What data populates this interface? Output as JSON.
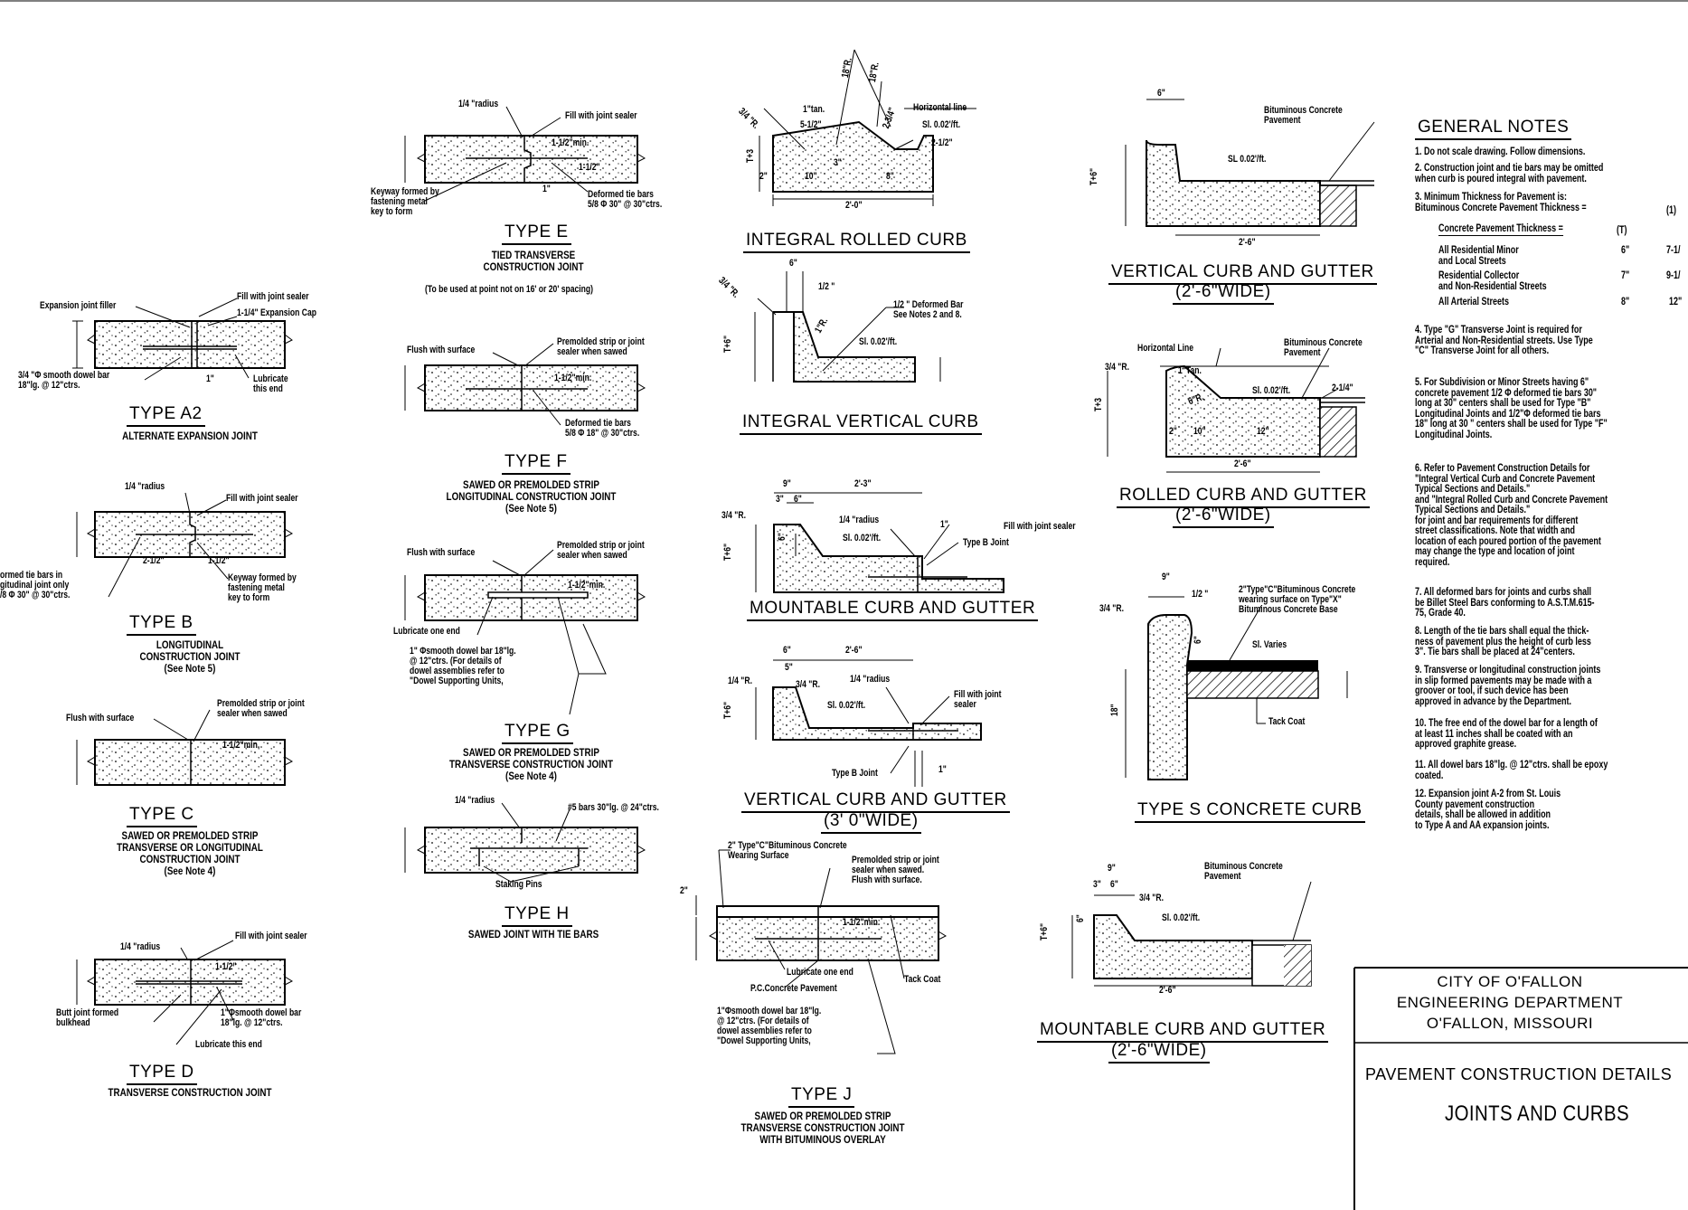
{
  "details": {
    "a2": {
      "title": "TYPE  A2",
      "subtitle": "ALTERNATE EXPANSION JOINT",
      "labels": [
        "Expansion joint filler",
        "Fill with joint sealer",
        "1-1/4\" Expansion Cap",
        "3/4 \"Φ smooth dowel bar\n18\"lg. @ 12\"ctrs.",
        "Lubricate\nthis end",
        "1\""
      ]
    },
    "b": {
      "title": "TYPE  B",
      "subtitle": "LONGITUDINAL\nCONSTRUCTION  JOINT\n(See Note 5)",
      "labels": [
        "1/4 \"radius",
        "Fill with joint sealer",
        "ormed tie bars in\ngitudinal joint only\n/8 Φ 30\" @ 30\"ctrs.",
        "2-1/2\"",
        "1-1/2\"",
        "Keyway formed by\nfastening metal\nkey to form"
      ]
    },
    "c": {
      "title": "TYPE  C",
      "subtitle": "SAWED  OR  PREMOLDED  STRIP\nTRANSVERSE  OR  LONGITUDINAL\nCONSTRUCTION  JOINT\n(See Note 4)",
      "labels": [
        "Flush with surface",
        "Premolded strip or joint\nsealer when sawed",
        "1-1/2\"min."
      ]
    },
    "d": {
      "title": "TYPE  D",
      "subtitle": "TRANSVERSE  CONSTRUCTION  JOINT",
      "labels": [
        "1/4 \"radius",
        "Fill with joint sealer",
        "1-1/2\"",
        "Butt joint formed\nbulkhead",
        "1\"Φsmooth dowel bar\n18\"lg. @ 12\"ctrs.",
        "Lubricate this end"
      ]
    },
    "e": {
      "title": "TYPE  E",
      "subtitle": "TIED  TRANSVERSE\nCONSTRUCTION  JOINT",
      "extra": "(To be used at point not on 16' or 20' spacing)",
      "labels": [
        "1/4 \"radius",
        "Fill with joint sealer",
        "1-1/2\"min.",
        "1-1/2\"",
        "Keyway formed by\nfastening metal\nkey to form",
        "1\"",
        "Deformed tie bars\n5/8 Φ 30\" @ 30\"ctrs."
      ]
    },
    "f": {
      "title": "TYPE  F",
      "subtitle": "SAWED  OR  PREMOLDED  STRIP\nLONGITUDINAL  CONSTRUCTION  JOINT\n(See Note 5)",
      "labels": [
        "Flush with surface",
        "Premolded strip or joint\nsealer when sawed",
        "1-1/2\"min.",
        "Deformed tie bars\n5/8 Φ 18\" @ 30\"ctrs."
      ]
    },
    "g": {
      "title": "TYPE  G",
      "subtitle": "SAWED  OR  PREMOLDED  STRIP\nTRANSVERSE  CONSTRUCTION  JOINT\n(See Note 4)",
      "labels": [
        "Flush with surface",
        "Premolded strip or joint\nsealer when sawed",
        "1-1/2\"min.",
        "Lubricate one end",
        "1\" Φsmooth dowel bar 18\"lg.\n@ 12\"ctrs. (For details of\ndowel assemblies refer to\n\"Dowel Supporting Units,"
      ]
    },
    "h": {
      "title": "TYPE  H",
      "subtitle": "SAWED  JOINT  WITH  TIE  BARS",
      "labels": [
        "1/4 \"radius",
        "#5 bars 30\"lg. @ 24\"ctrs.",
        "Staking Pins"
      ]
    },
    "j": {
      "title": "TYPE  J",
      "subtitle": "SAWED  OR  PREMOLDED  STRIP\nTRANSVERSE  CONSTRUCTION  JOINT\nWITH  BITUMINOUS  OVERLAY",
      "labels": [
        "2\" Type\"C\"Bituminous Concrete\nWearing Surface",
        "Premolded strip or joint\nsealer when sawed.\nFlush with surface.",
        "1-1/2\"min.",
        "2\"",
        "Lubricate one end",
        "P.C.Concrete Pavement",
        "Tack Coat",
        "1\"Φsmooth dowel bar 18\"lg.\n@ 12\"ctrs. (For details of\ndowel assemblies refer to\n\"Dowel Supporting Units,"
      ]
    },
    "irc": {
      "title": "INTEGRAL  ROLLED  CURB",
      "labels": [
        "1\"tan.",
        "5-1/2\"",
        "18\"R.",
        "18\"R.",
        "2-3/4\"",
        "Horizontal line",
        "Sl. 0.02'/ft.",
        "2-1/2\"",
        "3/4 \"R.",
        "T+3",
        "2\"",
        "10\"",
        "3\"",
        "8\"",
        "2'-0\""
      ]
    },
    "ivc": {
      "title": "INTEGRAL  VERTICAL  CURB",
      "labels": [
        "3/4 \"R.",
        "6\"",
        "1/2 \"",
        "1/2 \"  Deformed Bar\nSee Notes 2 and 8.",
        "Sl. 0.02'/ft.",
        "T+6\"",
        "1\"R."
      ]
    },
    "mcg": {
      "title": "MOUNTABLE  CURB  AND  GUTTER",
      "labels": [
        "9\"",
        "2'-3\"",
        "3\"",
        "6\"",
        "3/4 \"R.",
        "1/4 \"radius",
        "Sl. 0.02'/ft.",
        "1\"",
        "Fill with joint sealer",
        "Type B Joint",
        "T+6\"",
        "6\""
      ]
    },
    "vcg3": {
      "title": "VERTICAL  CURB  AND  GUTTER",
      "sub": "(3'  0\"WIDE)",
      "labels": [
        "6\"",
        "2'-6\"",
        "5\"",
        "1/4 \"R.",
        "3/4 \"R.",
        "1/4 \"radius",
        "Sl. 0.02'/ft.",
        "Fill with joint\nsealer",
        "T+6\"",
        "Type B Joint",
        "1\""
      ]
    },
    "vcg": {
      "title": "VERTICAL  CURB  AND  GUTTER",
      "sub": "(2'-6\"WIDE)",
      "labels": [
        "6\"",
        "Bituminous Concrete\nPavement",
        "SL 0.02'/ft.",
        "T+6\"",
        "2'-6\""
      ]
    },
    "rcg": {
      "title": "ROLLED  CURB  AND  GUTTER",
      "sub": "(2'-6\"WIDE)",
      "labels": [
        "Horizontal Line",
        "Bituminous Concrete\nPavement",
        "3/4 \"R.",
        "1\"Tan.",
        "Sl. 0.02'/ft.",
        "2-1/4\"",
        "T+3",
        "6\"R.",
        "2\"",
        "10\"",
        "12\"",
        "2'-6\""
      ]
    },
    "scc": {
      "title": "TYPE  S  CONCRETE  CURB",
      "labels": [
        "9\"",
        "1/2 \"",
        "2\"Type\"C\"Bituminous Concrete\nwearing surface on Type\"X\"\nBituminous Concrete Base",
        "3/4 \"R.",
        "Sl. Varies",
        "Tack Coat",
        "18\"",
        "6\""
      ]
    },
    "mcg2": {
      "title": "MOUNTABLE  CURB  AND  GUTTER",
      "sub": "(2'-6\"WIDE)",
      "labels": [
        "9\"",
        "3\"",
        "6\"",
        "Bituminous Concrete\nPavement",
        "3/4 \"R.",
        "Sl. 0.02'/ft.",
        "T+6\"",
        "6\"",
        "2'-6\""
      ]
    }
  },
  "general_notes": {
    "title": "GENERAL  NOTES",
    "items": [
      "1.  Do not scale drawing.  Follow dimensions.",
      "2.  Construction joint and tie bars may be omitted\n     when curb is poured integral with pavement.",
      "3.  Minimum Thickness for Pavement is:\n     Bituminous Concrete Pavement Thickness =",
      "4.  Type \"G\" Transverse Joint is required for\n     Arterial and Non-Residential streets. Use Type\n     \"C\" Transverse Joint for all others.",
      "5.  For Subdivision or Minor Streets having 6\"\n     concrete pavement  1/2 Φ deformed tie bars 30\"\n     long at 30\" centers shall be used for Type \"B\"\n     Longitudinal Joints and 1/2\"Φ deformed tie bars\n     18\" long at 30 \" centers shall be used for Type \"F\"\n     Longitudinal Joints.",
      "6.  Refer to Pavement Construction Details for\n     \"Integral Vertical Curb and Concrete Pavement\n     Typical Sections and Details.\"\n     and \"Integral Rolled Curb and Concrete Pavement\n     Typical Sections and Details.\"\n     for joint and bar requirements for different\n     street classifications.  Note that width and\n     location of each poured portion of the pavement\n     may change the type and location of joint\n     required.",
      "7.  All deformed bars for joints and curbs shall\n     be Billet Steel Bars conforming to A.S.T.M.615-\n     75, Grade 40.",
      "8.  Length of the tie bars shall equal the thick-\n     ness of pavement plus the height of curb less\n     3\".  Tie bars shall be placed at 24\"centers.",
      "9.  Transverse or longitudinal construction joints\n     in slip formed pavements may be made with a\n     groover or tool, if such device has been\n     approved in advance by the Department.",
      "10.  The free end of the dowel bar for a length of\n       at least 11 inches shall be coated with an\n       approved graphite grease.",
      "11.  All dowel bars 18\"lg. @ 12\"ctrs. shall be epoxy\n       coated.",
      "12.  Expansion joint A-2 from St. Louis\n       County pavement construction\n       details, shall be allowed in addition\n       to Type A and AA expansion joints."
    ],
    "table": {
      "t_col": "(T)",
      "bit_val": "(1)",
      "rows": [
        {
          "label": "Concrete Pavement Thickness =",
          "val": "(T)",
          "val2": ""
        },
        {
          "label": "All Residential Minor\nand Local Streets",
          "val": "6\"",
          "val2": "7-1/"
        },
        {
          "label": "Residential Collector\nand Non-Residential Streets",
          "val": "7\"",
          "val2": "9-1/"
        },
        {
          "label": "All Arterial Streets",
          "val": "8\"",
          "val2": "12\""
        }
      ]
    }
  },
  "title_block": {
    "line1": "CITY  OF  O'FALLON",
    "line2": "ENGINEERING  DEPARTMENT",
    "line3": "O'FALLON,  MISSOURI",
    "line4": "PAVEMENT  CONSTRUCTION  DETAILS",
    "line5": "JOINTS  AND  CURBS"
  }
}
